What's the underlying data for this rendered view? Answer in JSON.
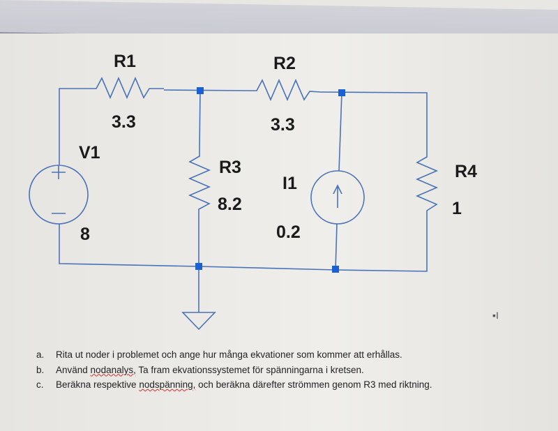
{
  "circuit": {
    "components": [
      {
        "id": "R1",
        "label": "R1",
        "value": "3.3"
      },
      {
        "id": "R2",
        "label": "R2",
        "value": "3.3"
      },
      {
        "id": "R3",
        "label": "R3",
        "value": "8.2"
      },
      {
        "id": "R4",
        "label": "R4",
        "value": "1"
      },
      {
        "id": "V1",
        "label": "V1",
        "value": "8"
      },
      {
        "id": "I1",
        "label": "I1",
        "value": "0.2"
      }
    ]
  },
  "tasks": [
    {
      "letter": "a.",
      "pre": "Rita ut noder i problemet och ange hur många ekvationer som kommer att erhållas.",
      "squiggle": "",
      "post": ""
    },
    {
      "letter": "b.",
      "pre": "Använd ",
      "squiggle": "nodanalys,",
      "post": " Ta fram ekvationssystemet för spänningarna i kretsen."
    },
    {
      "letter": "c.",
      "pre": "Beräkna respektive ",
      "squiggle": "nodspänning,",
      "post": " och beräkna därefter strömmen genom R3 med riktning."
    }
  ],
  "colors": {
    "wire": "#4a72b8",
    "node": "#1a5fd6"
  }
}
